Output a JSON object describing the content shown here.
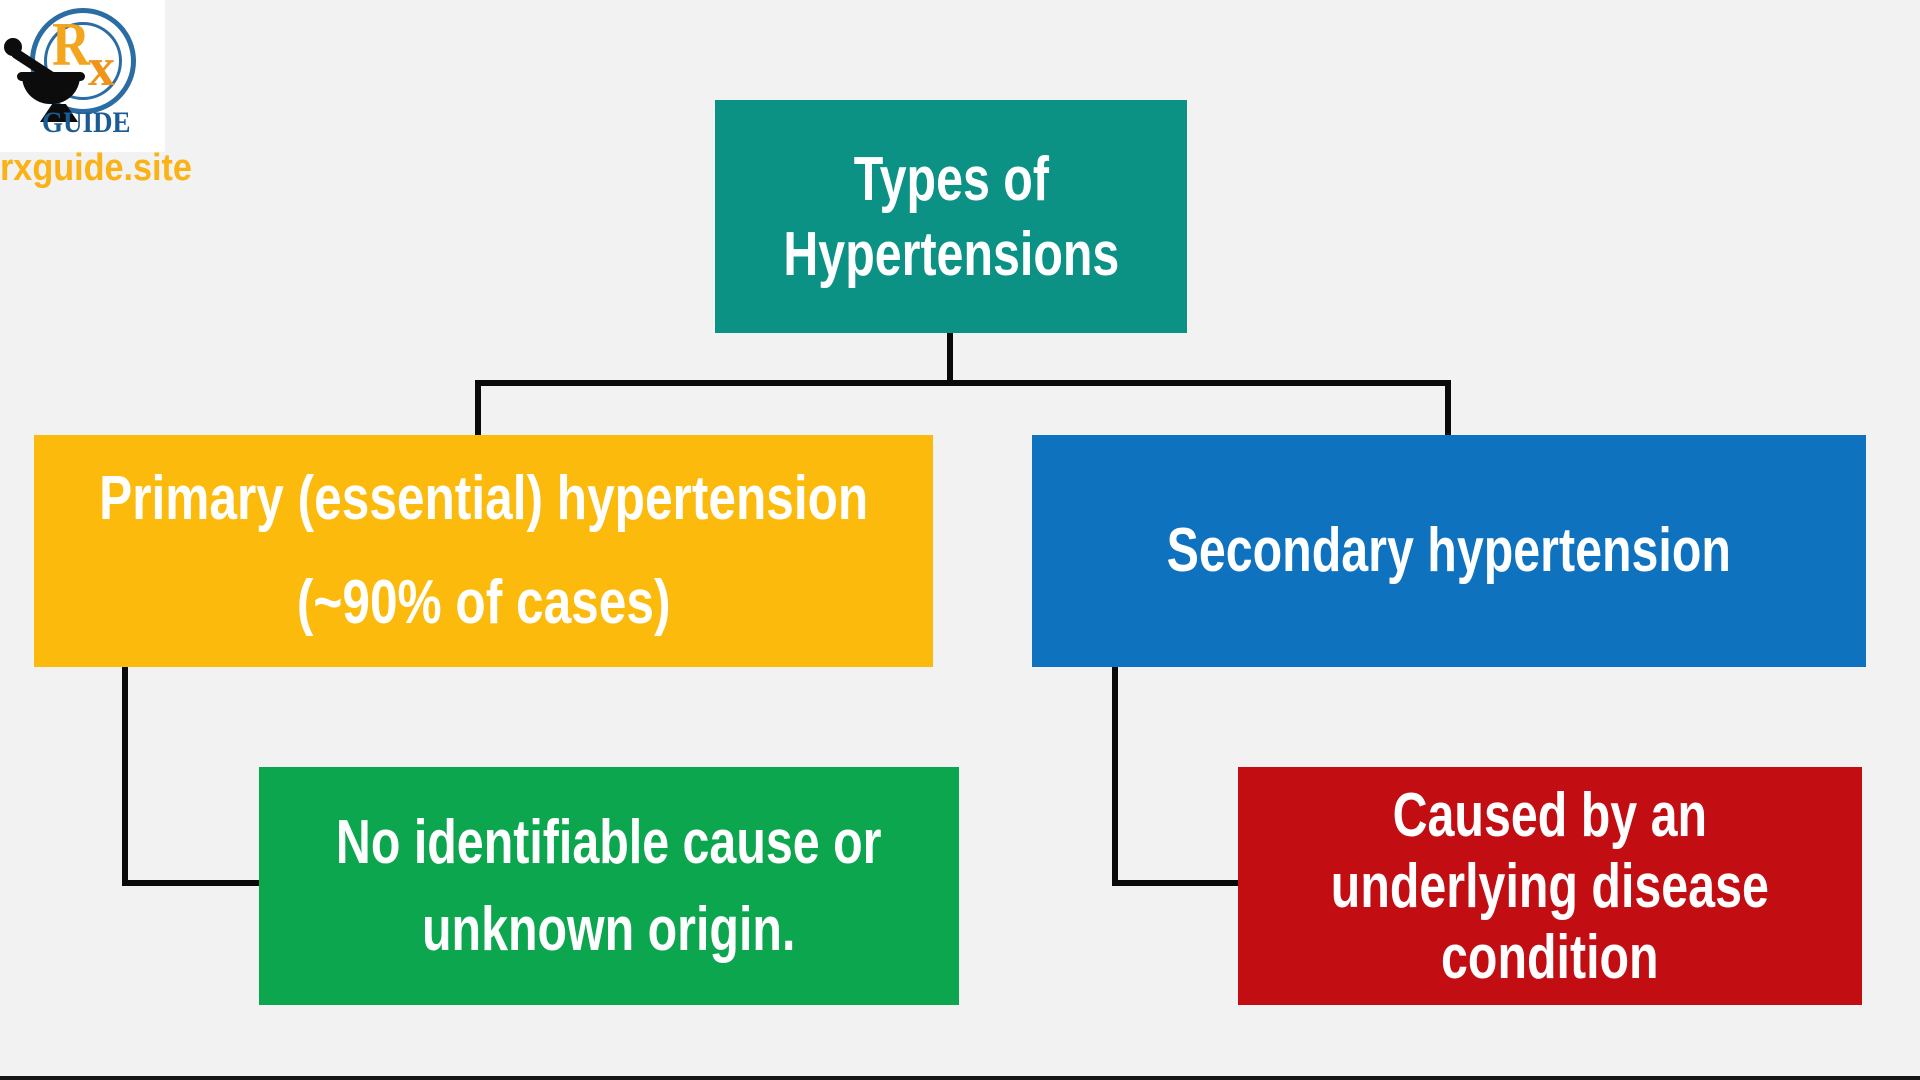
{
  "page": {
    "background_color": "#f2f2f2",
    "bottom_bar_color": "#161616"
  },
  "logo": {
    "monogram_r": "R",
    "monogram_x": "x",
    "brand": "GUIDE",
    "site_url": "rxguide.site",
    "ring_color": "#2a6ca4",
    "monogram_r_color": "#f2a51d",
    "monogram_x_color": "#f0931b",
    "brand_color": "#1b5b94",
    "site_url_color": "#fbb216"
  },
  "diagram": {
    "text_color": "#ffffff",
    "connector_color": "#0a0a0a",
    "root": {
      "lines": [
        "Types of",
        "Hypertensions"
      ],
      "color": "#0b9284"
    },
    "primary": {
      "lines": [
        "Primary (essential) hypertension",
        "(~90% of cases)"
      ],
      "color": "#fcbb0c"
    },
    "secondary": {
      "lines": [
        "Secondary hypertension"
      ],
      "color": "#0e72bf"
    },
    "primary_note": {
      "lines": [
        "No identifiable cause or",
        "unknown origin."
      ],
      "color": "#0ca64f"
    },
    "secondary_note": {
      "lines": [
        "Caused by an",
        "underlying disease",
        "condition"
      ],
      "color": "#c20e13"
    }
  }
}
